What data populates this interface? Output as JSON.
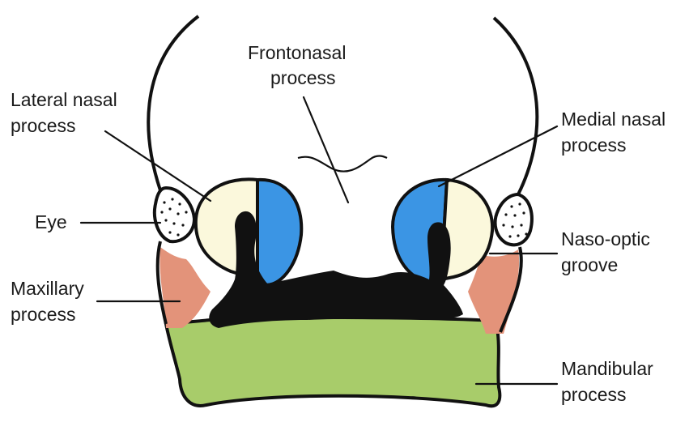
{
  "labels": {
    "frontonasal_1": "Frontonasal",
    "frontonasal_2": "process",
    "lateral_nasal_1": "Lateral nasal",
    "lateral_nasal_2": "process",
    "medial_nasal_1": "Medial nasal",
    "medial_nasal_2": "process",
    "eye": "Eye",
    "naso_optic_1": "Naso-optic",
    "naso_optic_2": "groove",
    "maxillary_1": "Maxillary",
    "maxillary_2": "process",
    "mandibular_1": "Mandibular",
    "mandibular_2": "process"
  },
  "colors": {
    "outline": "#111111",
    "lateral_nasal": "#fbf8dc",
    "medial_nasal": "#3b95e4",
    "maxillary": "#e3937a",
    "mandibular": "#a8cc6a",
    "stomodeum": "#111111",
    "eye_fill": "#ffffff"
  }
}
